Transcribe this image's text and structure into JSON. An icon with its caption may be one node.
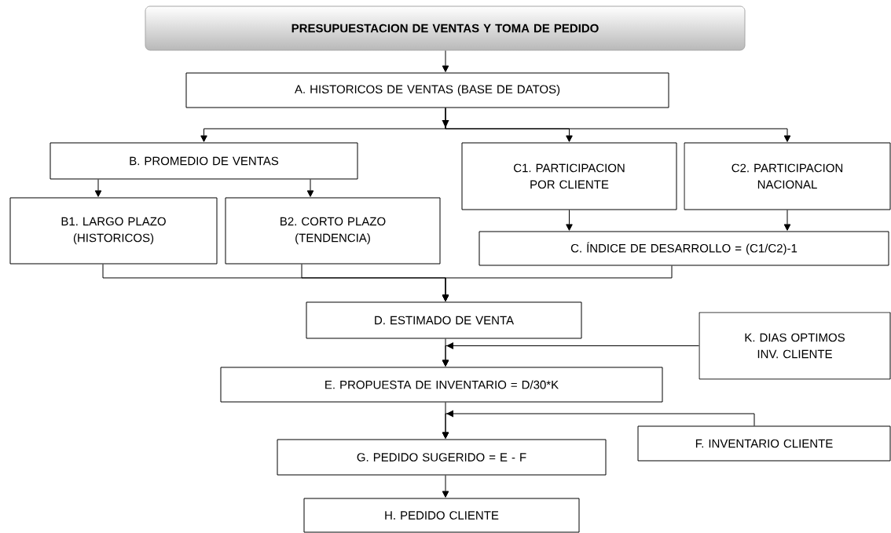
{
  "diagram": {
    "nodes": [
      {
        "text": [
          "PRESUPUESTACION DE VENTAS Y TOMA DE PEDIDO"
        ]
      },
      {
        "text": [
          "A. HISTORICOS DE VENTAS (BASE DE DATOS)"
        ]
      },
      {
        "text": [
          "B. PROMEDIO DE VENTAS"
        ]
      },
      {
        "text": [
          "C1. PARTICIPACION POR CLIENTE"
        ]
      },
      {
        "text": [
          "C2. PARTICIPACION NACIONAL"
        ]
      },
      {
        "text": [
          "B1. LARGO PLAZO (HISTORICOS)"
        ]
      },
      {
        "text": [
          "B2. CORTO PLAZO (TENDENCIA)"
        ]
      },
      {
        "text": [
          "C. ÍNDICE DE DESARROLLO = (C1/C2)-1"
        ]
      },
      {
        "text": [
          "D. ESTIMADO DE VENTA"
        ]
      },
      {
        "text": [
          "K. DIAS OPTIMOS INV. CLIENTE"
        ]
      },
      {
        "text": [
          "E. PROPUESTA DE INVENTARIO = D/30*K"
        ]
      },
      {
        "text": [
          "F. INVENTARIO CLIENTE"
        ]
      },
      {
        "text": [
          "G. PEDIDO SUGERIDO = E - F"
        ]
      },
      {
        "text": [
          "H. PEDIDO CLIENTE"
        ]
      }
    ],
    "edges": [
      {
        "from": 0,
        "to": 1,
        "arrow": "to"
      },
      {
        "from": 1,
        "to": 2,
        "arrow": "to"
      },
      {
        "from": 1,
        "to": 3,
        "arrow": "to"
      },
      {
        "from": 1,
        "to": 4,
        "arrow": "to"
      },
      {
        "from": 2,
        "to": 5,
        "arrow": "to"
      },
      {
        "from": 2,
        "to": 6,
        "arrow": "to"
      },
      {
        "from": 3,
        "to": 7,
        "arrow": "to"
      },
      {
        "from": 4,
        "to": 7,
        "arrow": "to"
      },
      {
        "from": 5,
        "to": 8,
        "arrow": "to"
      },
      {
        "from": 6,
        "to": 8,
        "arrow": "to"
      },
      {
        "from": 7,
        "to": 8,
        "arrow": "to"
      },
      {
        "from": 8,
        "to": 10,
        "arrow": "to"
      },
      {
        "from": 9,
        "to": 10,
        "arrow": "to"
      },
      {
        "from": 11,
        "to": 12,
        "arrow": "to"
      },
      {
        "from": 10,
        "to": 12,
        "arrow": "to"
      },
      {
        "from": 12,
        "to": 13,
        "arrow": "to"
      }
    ]
  }
}
